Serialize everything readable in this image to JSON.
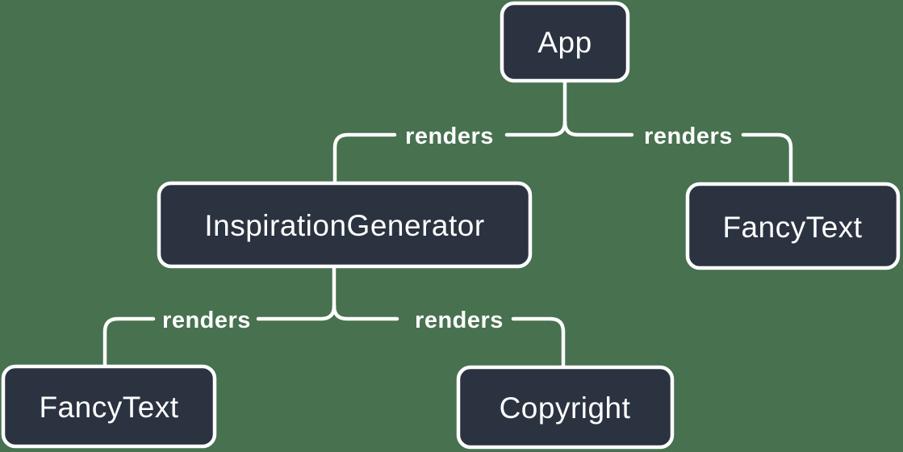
{
  "diagram": {
    "type": "component-tree",
    "background_color": "#47714F",
    "node_fill_color": "#2B3340",
    "line_color": "#FFFFFF",
    "nodes": [
      {
        "id": "app",
        "label": "App"
      },
      {
        "id": "inspiration-generator",
        "label": "InspirationGenerator"
      },
      {
        "id": "fancy-text-top",
        "label": "FancyText"
      },
      {
        "id": "fancy-text-bottom",
        "label": "FancyText"
      },
      {
        "id": "copyright",
        "label": "Copyright"
      }
    ],
    "edges": [
      {
        "from": "App",
        "to": "InspirationGenerator",
        "label": "renders"
      },
      {
        "from": "App",
        "to": "FancyText",
        "label": "renders"
      },
      {
        "from": "InspirationGenerator",
        "to": "FancyText",
        "label": "renders"
      },
      {
        "from": "InspirationGenerator",
        "to": "Copyright",
        "label": "renders"
      }
    ]
  }
}
